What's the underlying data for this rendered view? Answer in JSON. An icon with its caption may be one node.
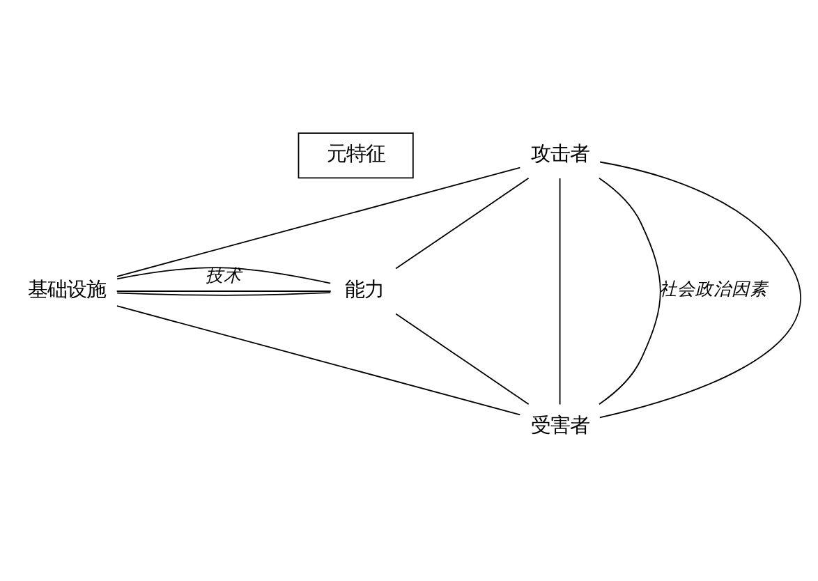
{
  "diagram": {
    "nodes": [
      {
        "text": [
          "元特征"
        ]
      },
      {
        "text": [
          "攻击者"
        ]
      },
      {
        "text": [
          "基础设施"
        ]
      },
      {
        "text": [
          "能力"
        ]
      },
      {
        "text": [
          "受害者"
        ]
      }
    ],
    "edges": [
      {
        "from": 1,
        "to": 3,
        "arrow": "none"
      },
      {
        "from": 3,
        "to": 4,
        "arrow": "none"
      },
      {
        "from": 2,
        "to": 4,
        "arrow": "none"
      },
      {
        "from": 1,
        "to": 2,
        "arrow": "none"
      },
      {
        "from": 1,
        "to": 4,
        "arrow": "none"
      },
      {
        "from": 2,
        "to": 3,
        "arrow": "none"
      },
      {
        "from": 1,
        "to": 4,
        "arrow": "none",
        "label": "社会政治因素"
      },
      {
        "from": 1,
        "to": 4,
        "arrow": "none"
      },
      {
        "from": 2,
        "to": 3,
        "arrow": "none"
      },
      {
        "from": 2,
        "to": 3,
        "arrow": "none",
        "label": "技术"
      }
    ]
  }
}
